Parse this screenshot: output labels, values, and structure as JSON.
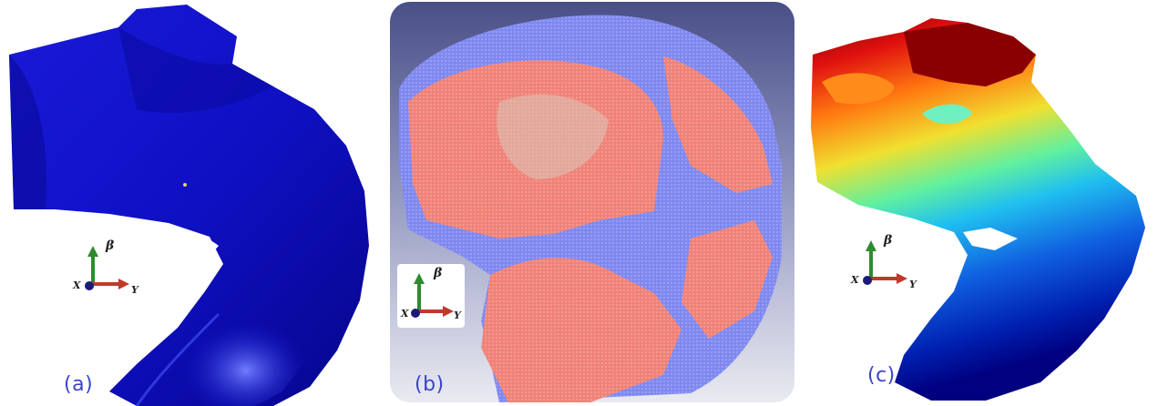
{
  "panels": [
    {
      "caption": "(a)",
      "axis": {
        "beta": "β",
        "x": "X",
        "y": "Y"
      }
    },
    {
      "caption": "(b)",
      "axis": {
        "beta": "β",
        "x": "X",
        "y": "Y"
      }
    },
    {
      "caption": "(c)",
      "axis": {
        "beta": "β",
        "x": "X",
        "y": "Y"
      }
    }
  ],
  "colors": {
    "surface_blue": "#1010d0",
    "voxel_red": "#f08278",
    "voxel_blue": "#8088f0",
    "axis_green": "#2e8b2e",
    "axis_red": "#c0392b",
    "axis_navy": "#1a1a7a",
    "caption": "#3a43c9"
  }
}
